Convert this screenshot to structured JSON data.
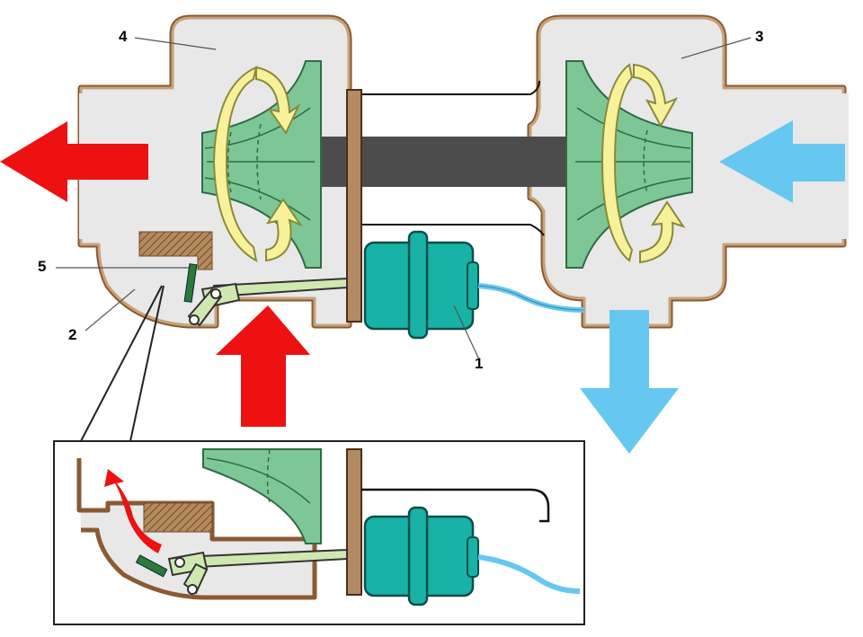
{
  "labels": {
    "wastegate_actuator": "1",
    "wastegate_channel": "2",
    "compressor": "3",
    "turbine": "4",
    "wastegate_flap": "5"
  },
  "colors": {
    "exhaust_arrow": "#ee1111",
    "intake_arrow": "#66c8f0",
    "housing_fill": "#e8e8e8",
    "housing_wall": "#a97a4e",
    "wheel": "#7cc795",
    "rotation_arrow": "#f7f29a",
    "shaft": "#4c4c4c",
    "actuator": "#19b2a6",
    "flange": "#b38a63",
    "linkage": "#cfe8b0",
    "flap": "#2a7a3a"
  },
  "icons": [
    "exhaust-out-arrow",
    "exhaust-in-arrow",
    "intake-in-arrow",
    "intake-out-arrow",
    "rotation-arrow"
  ]
}
